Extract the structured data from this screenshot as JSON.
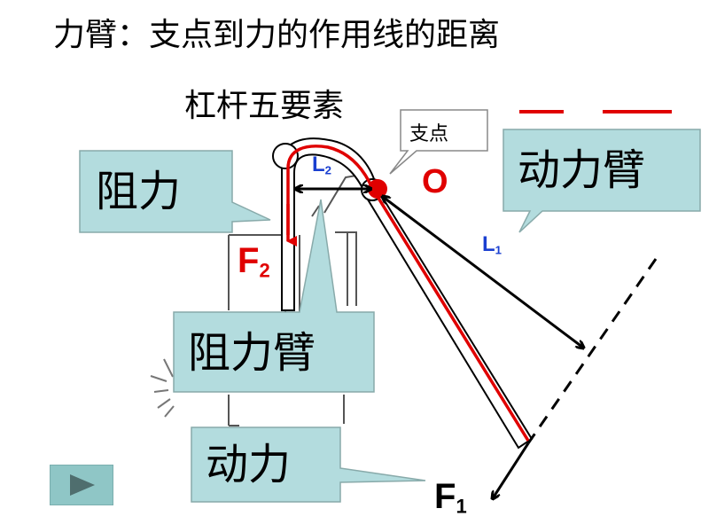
{
  "title": "力臂：支点到力的作用线的距离",
  "subtitle": "杠杆五要素",
  "callouts": {
    "fulcrum": "支点",
    "resistance": "阻力",
    "effort_arm": "动力臂",
    "resistance_arm": "阻力臂",
    "effort": "动力"
  },
  "symbols": {
    "fulcrum_point": "O",
    "resistance_force": "F",
    "resistance_force_sub": "2",
    "resistance_arm": "L",
    "resistance_arm_sub": "2",
    "effort_arm": "L",
    "effort_arm_sub": "1",
    "effort_force": "F",
    "effort_force_sub": "1"
  },
  "colors": {
    "callout_fill": "#b3dcde",
    "lever_red": "#e00000",
    "label_blue": "#1a3fd0",
    "arrow_black": "#000000"
  },
  "controls": {
    "play_icon": "play-triangle-icon"
  }
}
